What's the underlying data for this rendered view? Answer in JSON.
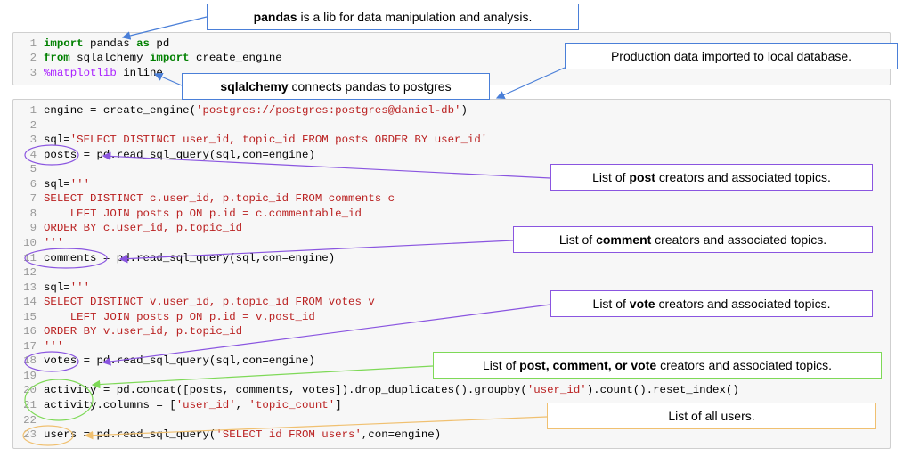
{
  "cells": [
    {
      "lines": [
        {
          "n": "1",
          "parts": [
            {
              "t": "import",
              "c": "kw"
            },
            {
              "t": " pandas "
            },
            {
              "t": "as",
              "c": "kw"
            },
            {
              "t": " pd"
            }
          ]
        },
        {
          "n": "2",
          "parts": [
            {
              "t": "from",
              "c": "kw"
            },
            {
              "t": " sqlalchemy "
            },
            {
              "t": "import",
              "c": "kw"
            },
            {
              "t": " create_engine"
            }
          ]
        },
        {
          "n": "3",
          "parts": [
            {
              "t": "%matplotlib",
              "c": "mag"
            },
            {
              "t": " inline"
            }
          ]
        }
      ]
    },
    {
      "lines": [
        {
          "n": "1",
          "parts": [
            {
              "t": "engine = create_engine("
            },
            {
              "t": "'postgres://postgres:postgres@daniel-db'",
              "c": "str"
            },
            {
              "t": ")"
            }
          ]
        },
        {
          "n": "2",
          "parts": []
        },
        {
          "n": "3",
          "parts": [
            {
              "t": "sql="
            },
            {
              "t": "'SELECT DISTINCT user_id, topic_id FROM posts ORDER BY user_id'",
              "c": "str"
            }
          ]
        },
        {
          "n": "4",
          "parts": [
            {
              "t": "posts = pd.read_sql_query(sql,con=engine)"
            }
          ]
        },
        {
          "n": "5",
          "parts": []
        },
        {
          "n": "6",
          "parts": [
            {
              "t": "sql="
            },
            {
              "t": "'''",
              "c": "str"
            }
          ]
        },
        {
          "n": "7",
          "parts": [
            {
              "t": "SELECT DISTINCT c.user_id, p.topic_id FROM comments c",
              "c": "str"
            }
          ]
        },
        {
          "n": "8",
          "parts": [
            {
              "t": "    LEFT JOIN posts p ON p.id = c.commentable_id",
              "c": "str"
            }
          ]
        },
        {
          "n": "9",
          "parts": [
            {
              "t": "ORDER BY c.user_id, p.topic_id",
              "c": "str"
            }
          ]
        },
        {
          "n": "10",
          "parts": [
            {
              "t": "'''",
              "c": "str"
            }
          ]
        },
        {
          "n": "11",
          "parts": [
            {
              "t": "comments = pd.read_sql_query(sql,con=engine)"
            }
          ]
        },
        {
          "n": "12",
          "parts": []
        },
        {
          "n": "13",
          "parts": [
            {
              "t": "sql="
            },
            {
              "t": "'''",
              "c": "str"
            }
          ]
        },
        {
          "n": "14",
          "parts": [
            {
              "t": "SELECT DISTINCT v.user_id, p.topic_id FROM votes v",
              "c": "str"
            }
          ]
        },
        {
          "n": "15",
          "parts": [
            {
              "t": "    LEFT JOIN posts p ON p.id = v.post_id",
              "c": "str"
            }
          ]
        },
        {
          "n": "16",
          "parts": [
            {
              "t": "ORDER BY v.user_id, p.topic_id",
              "c": "str"
            }
          ]
        },
        {
          "n": "17",
          "parts": [
            {
              "t": "'''",
              "c": "str"
            }
          ]
        },
        {
          "n": "18",
          "parts": [
            {
              "t": "votes = pd.read_sql_query(sql,con=engine)"
            }
          ]
        },
        {
          "n": "19",
          "parts": []
        },
        {
          "n": "20",
          "parts": [
            {
              "t": "activity = pd.concat([posts, comments, votes]).drop_duplicates().groupby("
            },
            {
              "t": "'user_id'",
              "c": "str"
            },
            {
              "t": ").count().reset_index()"
            }
          ]
        },
        {
          "n": "21",
          "parts": [
            {
              "t": "activity.columns = ["
            },
            {
              "t": "'user_id'",
              "c": "str"
            },
            {
              "t": ", "
            },
            {
              "t": "'topic_count'",
              "c": "str"
            },
            {
              "t": "]"
            }
          ]
        },
        {
          "n": "22",
          "parts": []
        },
        {
          "n": "23",
          "parts": [
            {
              "t": "users = pd.read_sql_query("
            },
            {
              "t": "'SELECT id FROM users'",
              "c": "str"
            },
            {
              "t": ",con=engine)"
            }
          ]
        }
      ]
    }
  ],
  "annotations": {
    "pandas": {
      "bold": "pandas",
      "text": " is a lib for data manipulation and analysis."
    },
    "production": {
      "text": "Production data imported to local database."
    },
    "sqlalchemy": {
      "bold": "sqlalchemy",
      "text": " connects pandas to postgres"
    },
    "posts": {
      "pre": "List of ",
      "bold": "post",
      "post": " creators and associated topics."
    },
    "comments": {
      "pre": "List of ",
      "bold": "comment",
      "post": " creators and associated topics."
    },
    "votes": {
      "pre": "List of ",
      "bold": "vote",
      "post": " creators and associated topics."
    },
    "activity": {
      "pre": "List of ",
      "bold": "post, comment, or vote",
      "post": " creators and associated topics."
    },
    "users": {
      "text": "List of all users."
    }
  },
  "colors": {
    "blue": "#4a7fd8",
    "purple": "#8a55e0",
    "green": "#7ed957",
    "orange": "#f0c070"
  }
}
